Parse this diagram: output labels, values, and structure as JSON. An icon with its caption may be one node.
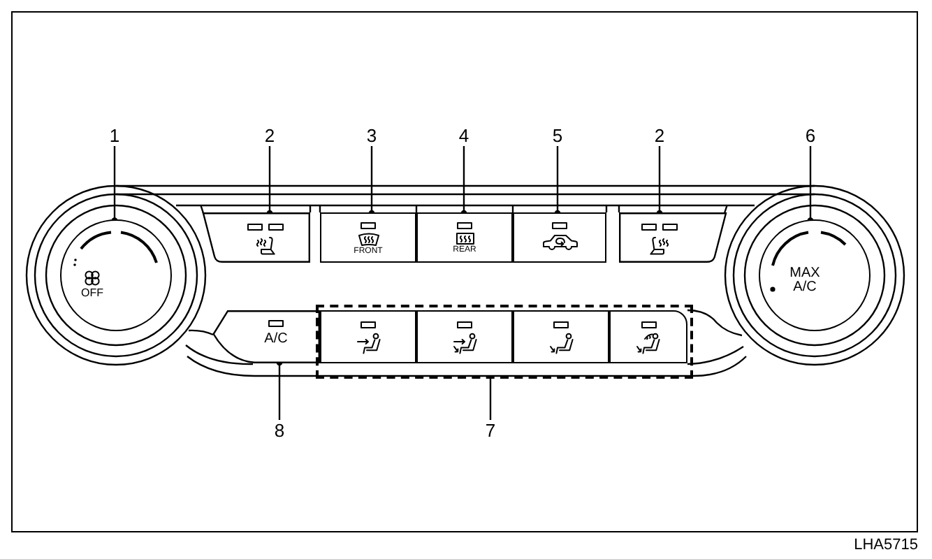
{
  "diagram": {
    "nodes": [
      {
        "text": [
          "1"
        ]
      },
      {
        "text": [
          "2"
        ]
      },
      {
        "text": [
          "3"
        ]
      },
      {
        "text": [
          "4"
        ]
      },
      {
        "text": [
          "5"
        ]
      },
      {
        "text": [
          "2"
        ]
      },
      {
        "text": [
          "6"
        ]
      },
      {
        "text": [
          "OFF"
        ]
      },
      {
        "text": [],
        "shape": "box"
      },
      {
        "text": [
          "FRONT"
        ]
      },
      {
        "text": [
          "REAR"
        ]
      },
      {
        "text": [],
        "shape": "box"
      },
      {
        "text": [],
        "shape": "box"
      },
      {
        "text": [
          "MAX A/C"
        ]
      },
      {
        "text": [
          "A/C"
        ]
      },
      {
        "text": [],
        "shape": "box"
      },
      {
        "text": [],
        "shape": "box",
        "in": 15
      },
      {
        "text": [],
        "shape": "box",
        "in": 15
      },
      {
        "text": [],
        "shape": "box",
        "in": 15
      },
      {
        "text": [],
        "shape": "box",
        "in": 15
      },
      {
        "text": [
          "8"
        ]
      },
      {
        "text": [
          "7"
        ]
      }
    ],
    "edges": [
      {
        "from": 0,
        "to": 7,
        "arrow": "other"
      },
      {
        "from": 1,
        "to": 8,
        "arrow": "other"
      },
      {
        "from": 2,
        "to": 9,
        "arrow": "other"
      },
      {
        "from": 3,
        "to": 10,
        "arrow": "other"
      },
      {
        "from": 4,
        "to": 11,
        "arrow": "other"
      },
      {
        "from": 5,
        "to": 12,
        "arrow": "other"
      },
      {
        "from": 6,
        "to": 13,
        "arrow": "other"
      },
      {
        "from": 20,
        "to": 14,
        "arrow": "other"
      },
      {
        "from": 21,
        "to": 15,
        "arrow": "none"
      }
    ],
    "labels": [
      "LHA5715"
    ]
  }
}
